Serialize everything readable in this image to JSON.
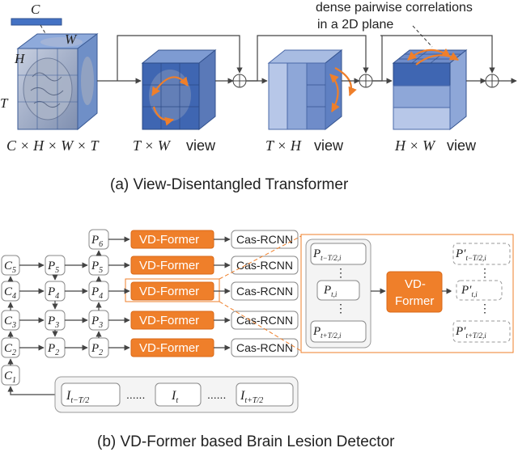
{
  "panel_a": {
    "caption": "(a)   View-Disentangled Transformer",
    "dims": {
      "C": "C",
      "H": "H",
      "W": "W",
      "T": "T"
    },
    "volume_label": "C × H × W × T",
    "views": [
      {
        "math": "T × W",
        "word": "view"
      },
      {
        "math": "T × H",
        "word": "view"
      },
      {
        "math": "H × W",
        "word": "view"
      }
    ],
    "annotation_line1": "dense pairwise correlations",
    "annotation_line2": "in a 2D plane"
  },
  "panel_b": {
    "caption": "(b)   VD-Former based Brain Lesion Detector",
    "backbone": [
      "C1",
      "C2",
      "C3",
      "C4",
      "C5"
    ],
    "pyramid_mid": [
      "P2",
      "P3",
      "P4",
      "P5"
    ],
    "pyramid_out": [
      "P2",
      "P3",
      "P4",
      "P5",
      "P6"
    ],
    "vdformer_label": "VD-Former",
    "head_label": "Cas-RCNN",
    "inputs": [
      "I t−T/2",
      "......",
      "I t",
      "......",
      "I t+T/2"
    ],
    "detail": {
      "inputs": [
        "P t−T/2,i",
        "⋮",
        "P t,i",
        "⋮",
        "P t+T/2,i"
      ],
      "block_line1": "VD-",
      "block_line2": "Former",
      "outputs": [
        "P′ t−T/2,i",
        "⋮",
        "P′ t,i",
        "⋮",
        "P′ t+T/2,i"
      ]
    }
  }
}
